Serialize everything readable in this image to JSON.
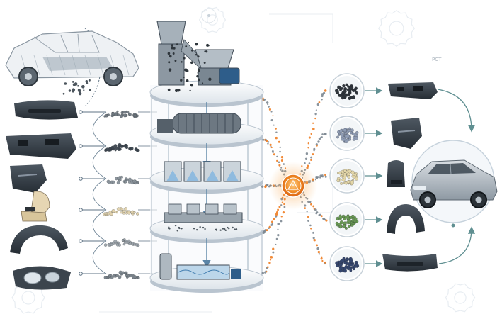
{
  "diagram": {
    "watermark_text": "PCT",
    "colors": {
      "background": "#ffffff",
      "gear": "#e8edf2",
      "line": "#5f7384",
      "flow_gray": "#7d8892",
      "flow_orange": "#ef7d22",
      "hub_orange": "#f08a24",
      "hub_dark": "#d85f12",
      "platform": "#f1f4f7",
      "platform_edge": "#b9c4cf",
      "machine": "#7a8792",
      "machine_dark": "#3f4a55",
      "arrow_blue": "#5a84a6",
      "teal": "#5f8f91"
    },
    "hub_icon": "warning-triangle-icon",
    "source_parts": [
      {
        "id": "car-body",
        "icon": "car-wireframe-icon"
      },
      {
        "id": "bumper",
        "icon": "bumper-icon",
        "pile_color": "#6f7880"
      },
      {
        "id": "dashboard",
        "icon": "dashboard-icon",
        "pile_color": "#3d4650"
      },
      {
        "id": "door-panel",
        "icon": "door-panel-icon",
        "pile_color": "#8a939b"
      },
      {
        "id": "seat",
        "icon": "seat-icon",
        "pile_color": "#e2d3ae"
      },
      {
        "id": "wheel-arch",
        "icon": "wheel-arch-icon",
        "pile_color": "#9aa2a9"
      },
      {
        "id": "headlamp",
        "icon": "headlamp-icon",
        "pile_color": "#7a838b"
      }
    ],
    "process_stages": [
      {
        "id": "shredding",
        "icon": "shredder-icon"
      },
      {
        "id": "washing-drum",
        "icon": "rotary-drum-icon"
      },
      {
        "id": "flotation",
        "icon": "flotation-tank-icon"
      },
      {
        "id": "sorting",
        "icon": "sorting-line-icon"
      },
      {
        "id": "water-treatment",
        "icon": "water-tank-icon"
      }
    ],
    "output_granules": [
      {
        "id": "black-granules",
        "color": "#2f353b"
      },
      {
        "id": "gray-blue-granules",
        "color": "#8f9cb4"
      },
      {
        "id": "beige-granules",
        "color": "#e3d6a8"
      },
      {
        "id": "green-granules",
        "color": "#6a9a55"
      },
      {
        "id": "navy-granules",
        "color": "#35466e"
      }
    ],
    "output_parts": [
      {
        "id": "new-dashboard",
        "icon": "dashboard-icon"
      },
      {
        "id": "new-door-panel",
        "icon": "door-panel-icon"
      },
      {
        "id": "new-seat-back",
        "icon": "seat-back-icon"
      },
      {
        "id": "new-wheel-arch",
        "icon": "wheel-arch-icon"
      },
      {
        "id": "new-bumper",
        "icon": "bumper-icon"
      }
    ],
    "new_car_icon": "suv-icon"
  }
}
